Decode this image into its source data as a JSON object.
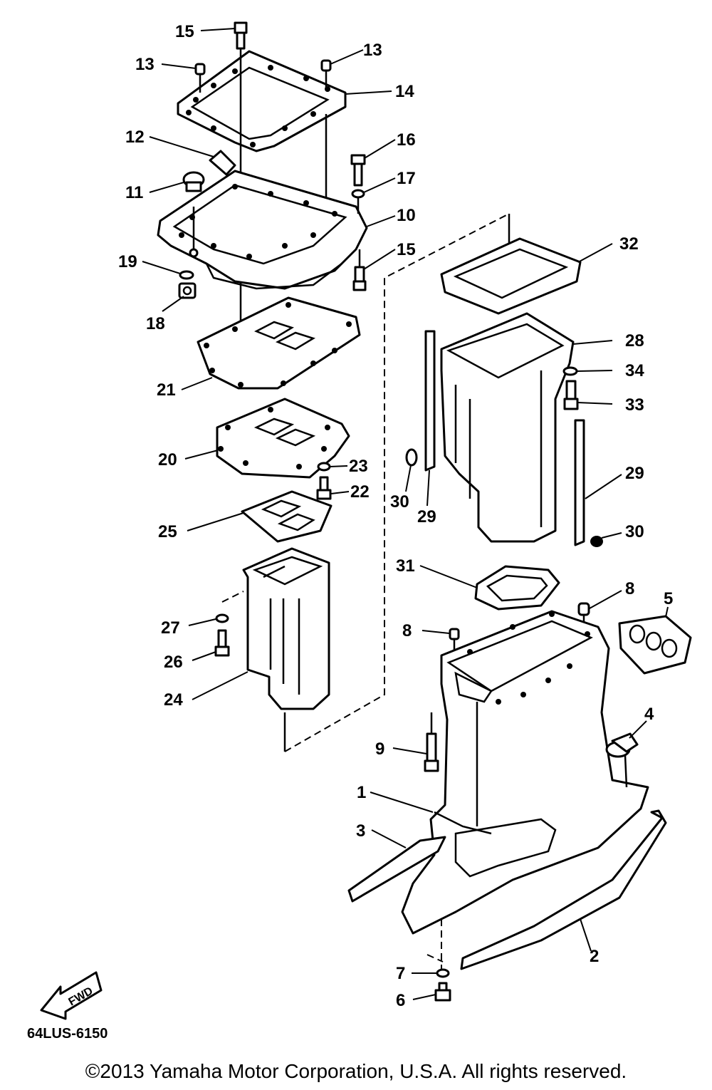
{
  "diagram_code": "64LUS-6150",
  "copyright": "©2013 Yamaha Motor Corporation, U.S.A. All rights reserved.",
  "fwd_label": "FWD",
  "callouts": {
    "c15a": "15",
    "c13a": "13",
    "c13b": "13",
    "c14": "14",
    "c12": "12",
    "c16": "16",
    "c17": "17",
    "c11": "11",
    "c10": "10",
    "c15b": "15",
    "c32": "32",
    "c19": "19",
    "c18": "18",
    "c28": "28",
    "c34": "34",
    "c21": "21",
    "c33": "33",
    "c20": "20",
    "c23": "23",
    "c29a": "29",
    "c22": "22",
    "c30a": "30",
    "c29b": "29",
    "c25": "25",
    "c30b": "30",
    "c31": "31",
    "c8a": "8",
    "c5": "5",
    "c27": "27",
    "c8b": "8",
    "c26": "26",
    "c24": "24",
    "c4": "4",
    "c9": "9",
    "c1": "1",
    "c3": "3",
    "c2": "2",
    "c7": "7",
    "c6": "6"
  }
}
